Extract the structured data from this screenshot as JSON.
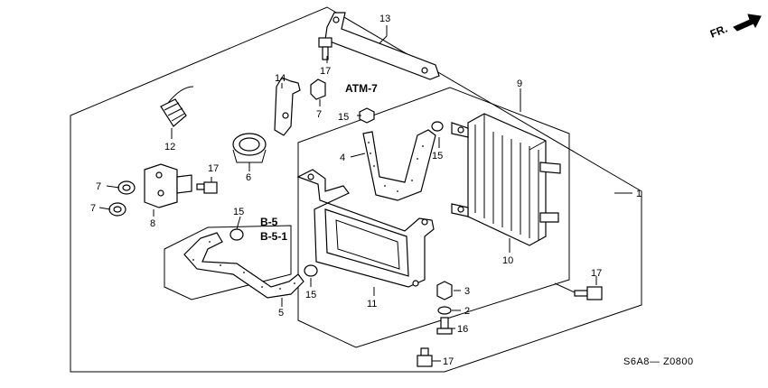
{
  "direction_label": "FR.",
  "diagram_code": "S6A8— Z0800",
  "references": [
    "ATM-7",
    "B-5",
    "B-5-1"
  ],
  "callouts": {
    "c1": "1",
    "c2": "2",
    "c3": "3",
    "c4": "4",
    "c5": "5",
    "c6": "6",
    "c7a": "7",
    "c7b": "7",
    "c7c": "7",
    "c8": "8",
    "c9": "9",
    "c10": "10",
    "c11": "11",
    "c12": "12",
    "c13": "13",
    "c14": "14",
    "c15a": "15",
    "c15b": "15",
    "c15c": "15",
    "c15d": "15",
    "c16": "16",
    "c17a": "17",
    "c17b": "17",
    "c17c": "17",
    "c17d": "17"
  },
  "icons": [
    "arrow-icon"
  ],
  "colors": {
    "ink": "#000000",
    "paper": "#ffffff"
  }
}
